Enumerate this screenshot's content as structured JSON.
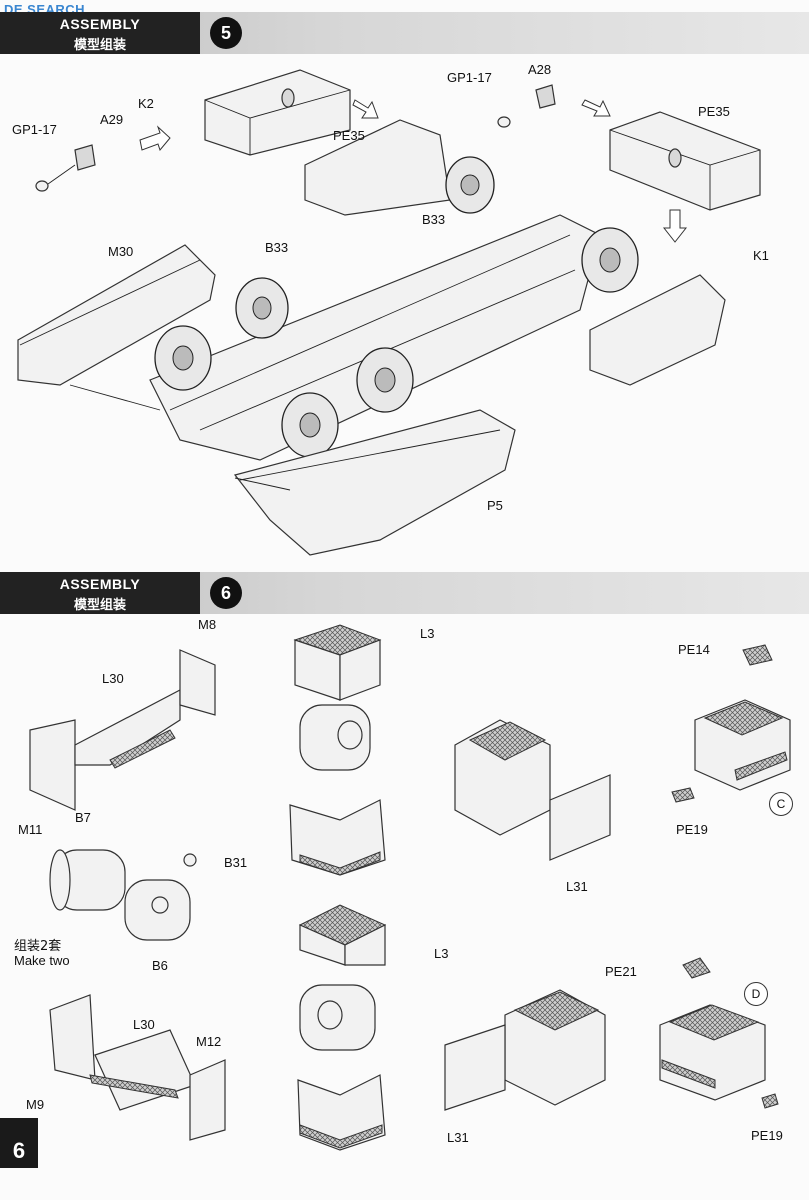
{
  "watermark": {
    "text": "DE SEARCH",
    "sub": ""
  },
  "step5": {
    "header_en": "ASSEMBLY",
    "header_zh": "模型组装",
    "number": "5",
    "labels": {
      "gp1_17_left": "GP1-17",
      "a29": "A29",
      "k2": "K2",
      "pe35_left": "PE35",
      "gp1_17_right": "GP1-17",
      "a28": "A28",
      "pe35_right": "PE35",
      "k1": "K1",
      "b33_left": "B33",
      "b33_right": "B33",
      "m30": "M30",
      "p5": "P5"
    }
  },
  "step6": {
    "header_en": "ASSEMBLY",
    "header_zh": "模型组装",
    "number": "6",
    "labels": {
      "m8": "M8",
      "l30_top": "L30",
      "m11": "M11",
      "b7": "B7",
      "b31": "B31",
      "make_two_zh": "组装2套",
      "make_two_en": "Make two",
      "b6": "B6",
      "l30_bottom": "L30",
      "m12": "M12",
      "m9": "M9",
      "l3_top": "L3",
      "l3_bottom": "L3",
      "l31_top": "L31",
      "l31_bottom": "L31",
      "pe14": "PE14",
      "pe19_top": "PE19",
      "pe21": "PE21",
      "pe19_bottom": "PE19",
      "marker_c": "C",
      "marker_d": "D"
    }
  },
  "page_number": "6"
}
